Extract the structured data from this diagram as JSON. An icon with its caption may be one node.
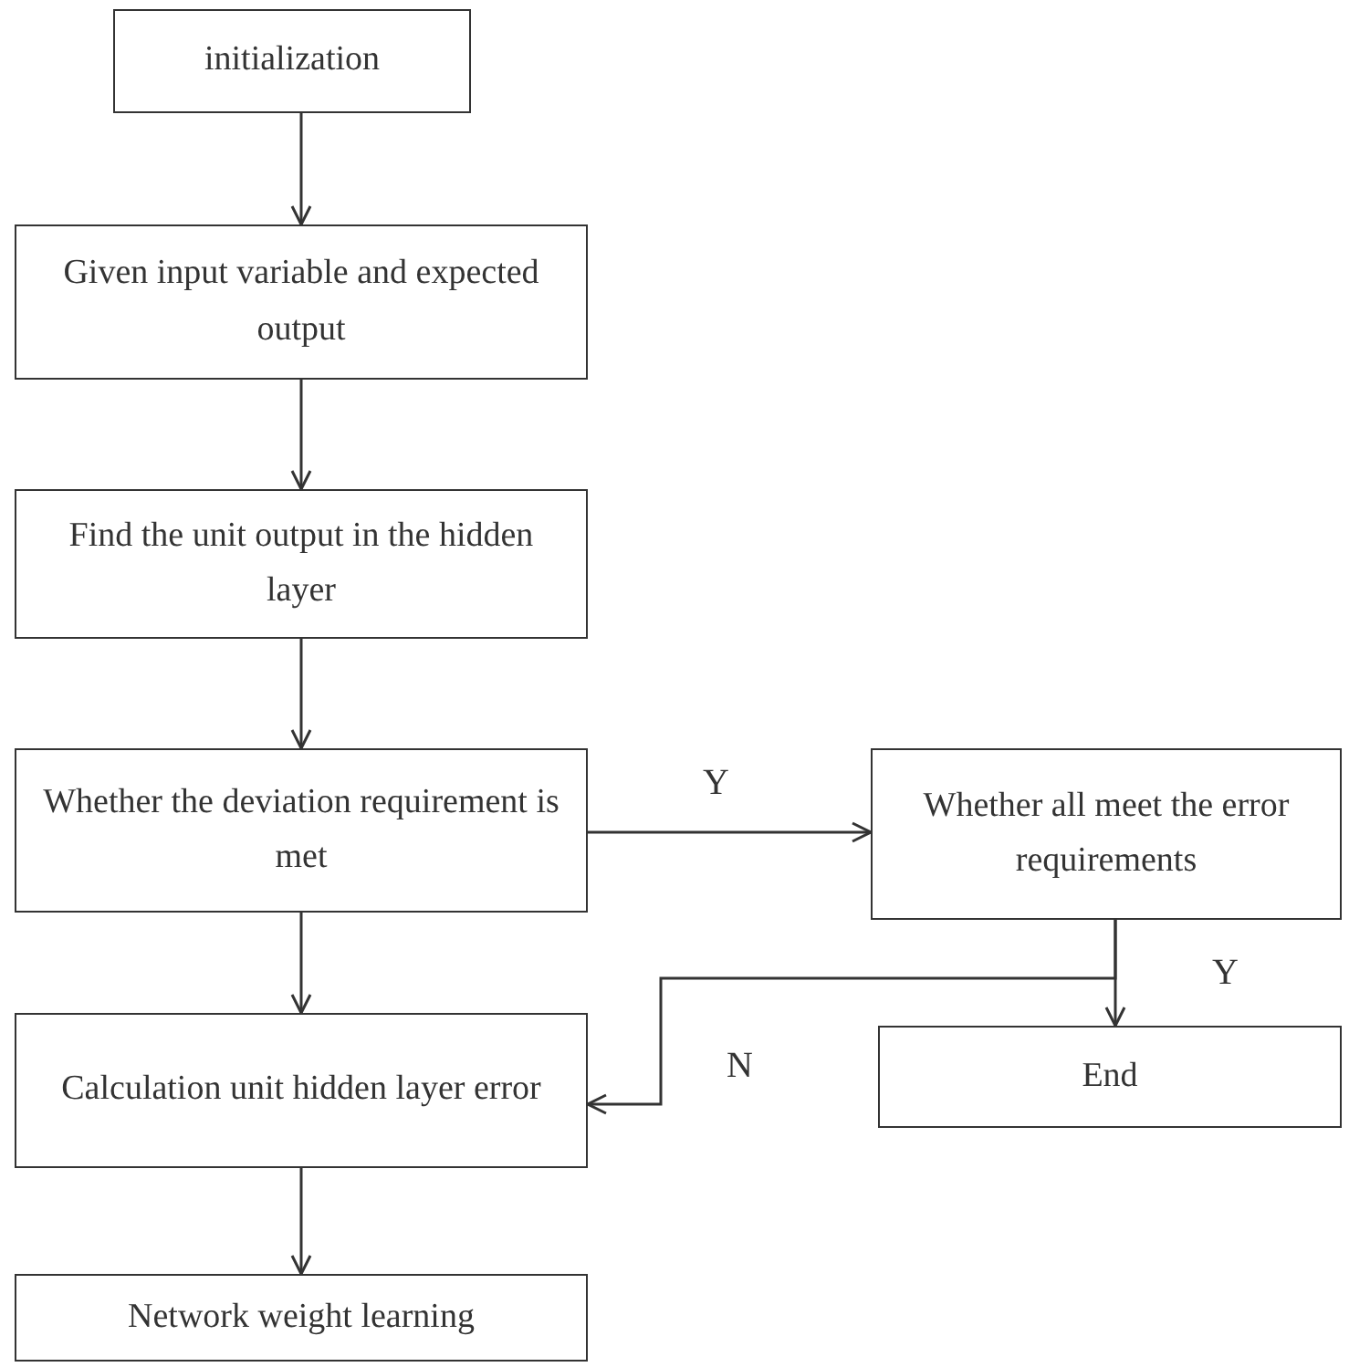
{
  "diagram": {
    "nodes": [
      {
        "text": [
          "initialization"
        ]
      },
      {
        "text": [
          "Given input variable and expected output"
        ]
      },
      {
        "text": [
          "Find the unit output in the hidden layer"
        ]
      },
      {
        "text": [
          "Whether the deviation requirement is met"
        ]
      },
      {
        "text": [
          "Whether all meet the error requirements"
        ]
      },
      {
        "text": [
          "Calculation unit hidden layer error"
        ]
      },
      {
        "text": [
          "End"
        ]
      },
      {
        "text": [
          "Network weight learning"
        ]
      }
    ],
    "edges": [
      {
        "from": 0,
        "to": 1,
        "arrow": "to"
      },
      {
        "from": 1,
        "to": 2,
        "arrow": "to"
      },
      {
        "from": 2,
        "to": 3,
        "arrow": "to"
      },
      {
        "from": 3,
        "to": 4,
        "arrow": "to",
        "label": "Y"
      },
      {
        "from": 3,
        "to": 5,
        "arrow": "to"
      },
      {
        "from": 4,
        "to": 6,
        "arrow": "to",
        "label": "Y"
      },
      {
        "from": 4,
        "to": 5,
        "arrow": "to",
        "label": "N"
      },
      {
        "from": 5,
        "to": 7,
        "arrow": "to"
      }
    ]
  }
}
